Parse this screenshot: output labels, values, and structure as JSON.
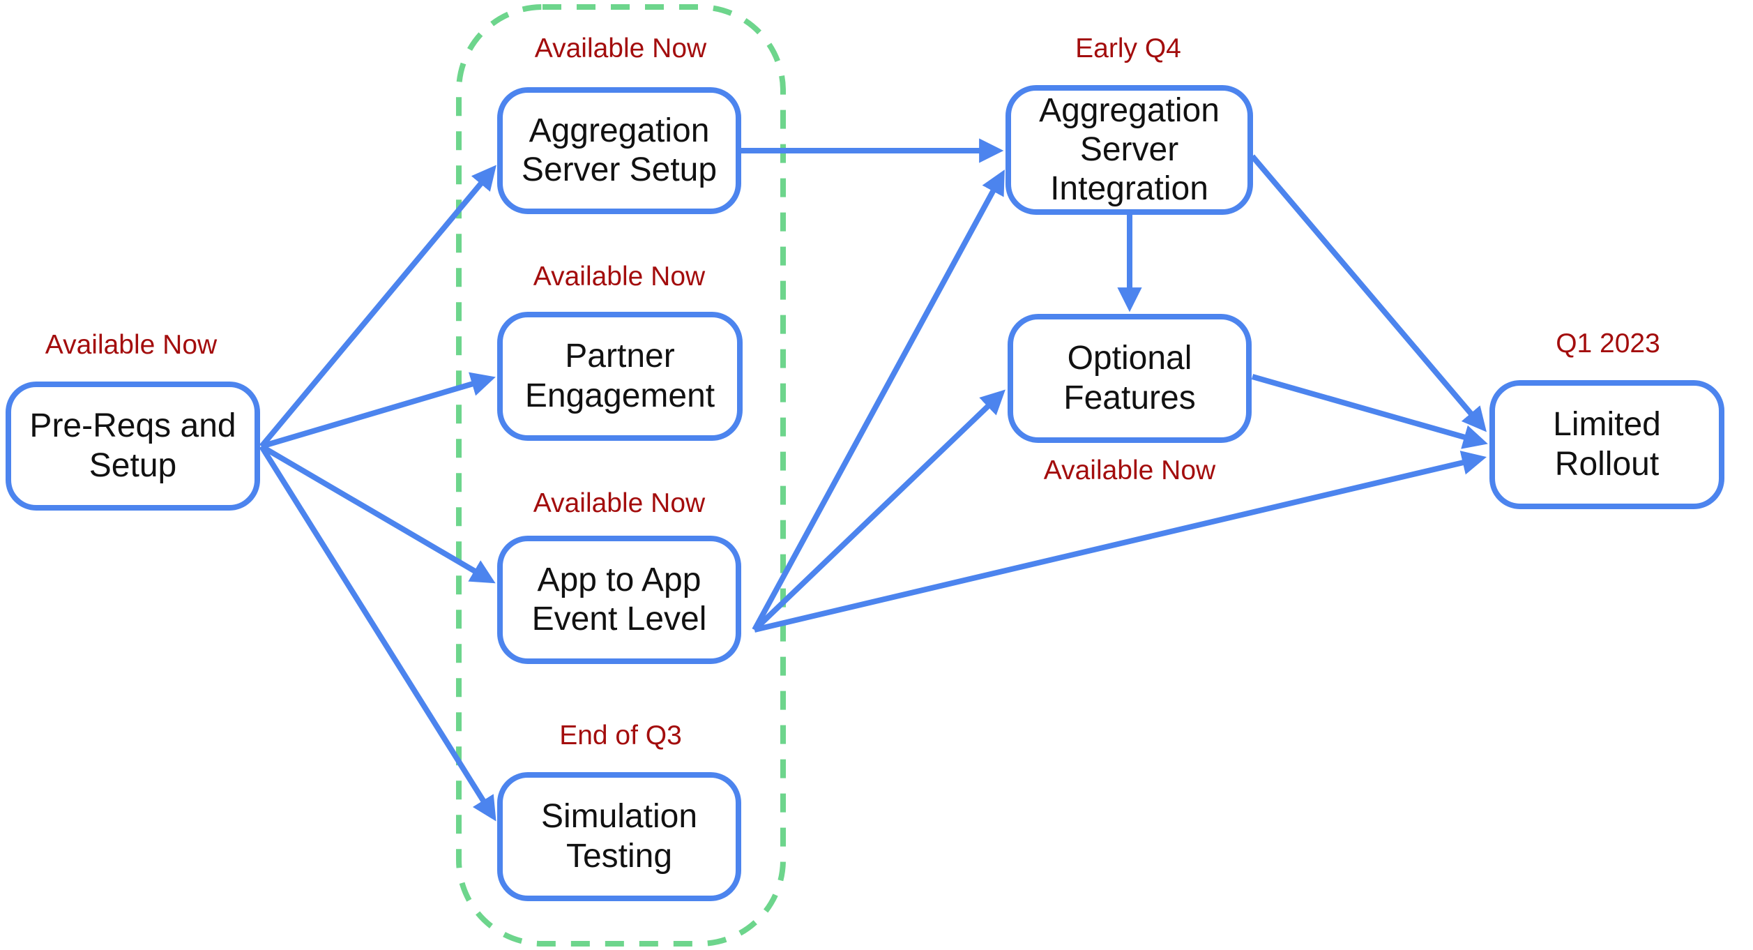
{
  "diagram": {
    "colors": {
      "node_border_blue": "#4c84ee",
      "arrow_blue": "#4c84ee",
      "group_dashed_green": "#6dd58c",
      "status_red": "#a30d0d",
      "node_text": "#111111",
      "background": "#ffffff"
    },
    "nodes": {
      "pre_reqs": {
        "label": "Pre-Reqs and\nSetup",
        "status": "Available Now"
      },
      "agg_server_setup": {
        "label": "Aggregation\nServer Setup",
        "status": "Available Now"
      },
      "partner_engagement": {
        "label": "Partner\nEngagement",
        "status": "Available Now"
      },
      "app_to_app": {
        "label": "App to App\nEvent Level",
        "status": "Available Now"
      },
      "simulation_testing": {
        "label": "Simulation\nTesting",
        "status": "End of Q3"
      },
      "agg_server_integration": {
        "label": "Aggregation\nServer\nIntegration",
        "status": "Early Q4"
      },
      "optional_features": {
        "label": "Optional\nFeatures",
        "status": "Available Now"
      },
      "limited_rollout": {
        "label": "Limited\nRollout",
        "status": "Q1 2023"
      }
    },
    "group_contains": [
      "agg_server_setup",
      "partner_engagement",
      "app_to_app",
      "simulation_testing"
    ],
    "edges": [
      {
        "from": "pre_reqs",
        "to": "agg_server_setup"
      },
      {
        "from": "pre_reqs",
        "to": "partner_engagement"
      },
      {
        "from": "pre_reqs",
        "to": "app_to_app"
      },
      {
        "from": "pre_reqs",
        "to": "simulation_testing"
      },
      {
        "from": "agg_server_setup",
        "to": "agg_server_integration"
      },
      {
        "from": "app_to_app",
        "to": "agg_server_integration"
      },
      {
        "from": "app_to_app",
        "to": "optional_features"
      },
      {
        "from": "app_to_app",
        "to": "limited_rollout"
      },
      {
        "from": "agg_server_integration",
        "to": "optional_features"
      },
      {
        "from": "agg_server_integration",
        "to": "limited_rollout"
      },
      {
        "from": "optional_features",
        "to": "limited_rollout"
      }
    ]
  }
}
